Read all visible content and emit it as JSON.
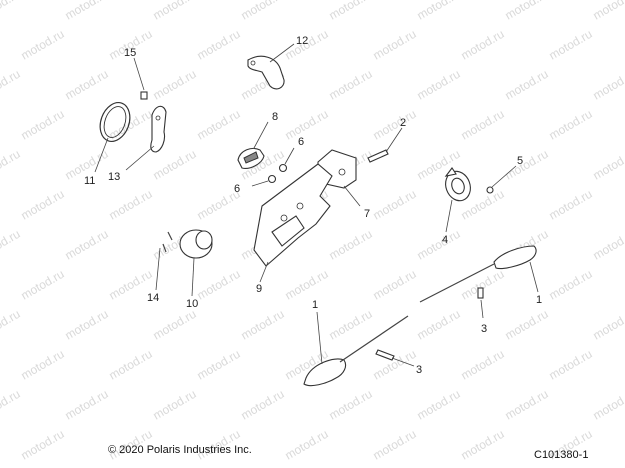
{
  "watermark": {
    "text": "motod.ru"
  },
  "callouts": [
    {
      "id": "c1a",
      "label": "1"
    },
    {
      "id": "c1b",
      "label": "1"
    },
    {
      "id": "c2",
      "label": "2"
    },
    {
      "id": "c3a",
      "label": "3"
    },
    {
      "id": "c3b",
      "label": "3"
    },
    {
      "id": "c4",
      "label": "4"
    },
    {
      "id": "c5",
      "label": "5"
    },
    {
      "id": "c6a",
      "label": "6"
    },
    {
      "id": "c6b",
      "label": "6"
    },
    {
      "id": "c7",
      "label": "7"
    },
    {
      "id": "c8",
      "label": "8"
    },
    {
      "id": "c9",
      "label": "9"
    },
    {
      "id": "c10",
      "label": "10"
    },
    {
      "id": "c11",
      "label": "11"
    },
    {
      "id": "c12",
      "label": "12"
    },
    {
      "id": "c13",
      "label": "13"
    },
    {
      "id": "c14",
      "label": "14"
    },
    {
      "id": "c15",
      "label": "15"
    }
  ],
  "footer": {
    "copyright": "© 2020 Polaris Industries Inc.",
    "diagram_id": "C101380-1"
  }
}
